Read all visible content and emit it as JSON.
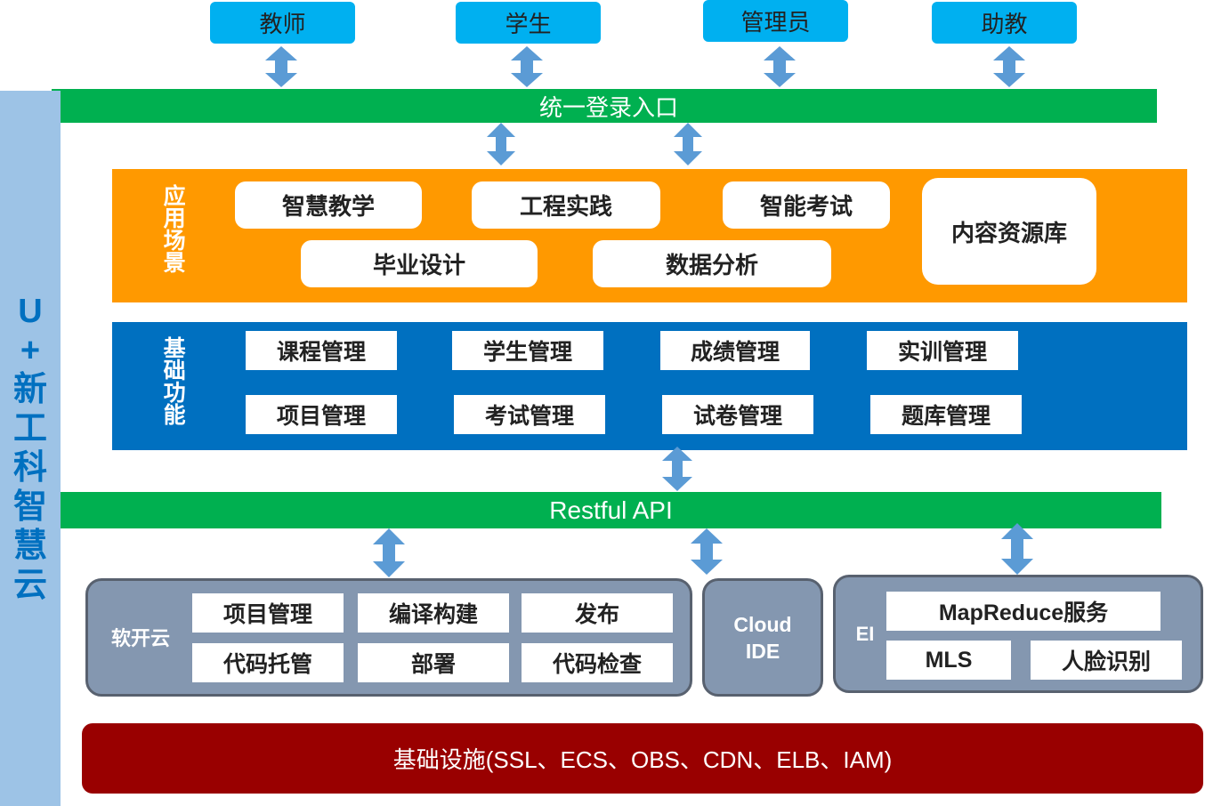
{
  "colors": {
    "role_bg": "#00b0f0",
    "green_bar": "#00b050",
    "left_bar": "#9dc3e6",
    "apps_panel": "#ff9900",
    "funcs_panel": "#0070c0",
    "cloud_panel": "#8497b0",
    "infra": "#990000",
    "arrow": "#5b9bd5"
  },
  "left_title": [
    "U",
    "+",
    "新",
    "工",
    "科",
    "智",
    "慧",
    "云"
  ],
  "roles": [
    "教师",
    "学生",
    "管理员",
    "助教"
  ],
  "login_bar": "统一登录入口",
  "apps": {
    "label": "应用场景",
    "items": [
      "智慧教学",
      "工程实践",
      "智能考试",
      "毕业设计",
      "数据分析"
    ],
    "content_library": "内容资源库"
  },
  "functions": {
    "label": "基础功能",
    "row1": [
      "课程管理",
      "学生管理",
      "成绩管理",
      "实训管理"
    ],
    "row2": [
      "项目管理",
      "考试管理",
      "试卷管理",
      "题库管理"
    ]
  },
  "api_bar": "Restful API",
  "devcloud": {
    "label": "软开云",
    "items": [
      "项目管理",
      "编译构建",
      "发布",
      "代码托管",
      "部署",
      "代码检查"
    ]
  },
  "cloud_ide": [
    "Cloud",
    "IDE"
  ],
  "ei": {
    "label": "EI",
    "items": [
      "MapReduce服务",
      "MLS",
      "人脸识别"
    ]
  },
  "infra": "基础设施(SSL、ECS、OBS、CDN、ELB、IAM)"
}
